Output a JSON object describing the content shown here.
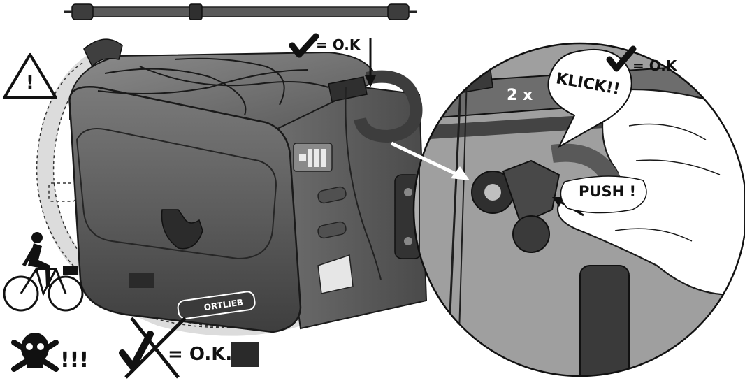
{
  "labels": {
    "ok_top": "= O.K",
    "ok_circle": "= O.K",
    "ok_bottom": "= O.K.",
    "klick": "KLICK!!",
    "two_x": "2 x",
    "push": "PUSH !",
    "warning_mark": "!",
    "skull_exclaim": "!!!"
  },
  "branding": {
    "logo_text": "ORTLIEB"
  },
  "icons": [
    "warning-triangle-icon",
    "checkmark-icon",
    "cross-icon",
    "cyclist-icon",
    "skull-icon",
    "arrow-icon"
  ],
  "colors": {
    "bag_dark": "#4a4a4a",
    "bag_mid": "#6b6b6b",
    "bag_light": "#9a9a9a",
    "strap": "#5a5a5a",
    "dashed_strap": "#d9d9d9",
    "ink": "#111111",
    "white_arrow": "#ffffff"
  }
}
